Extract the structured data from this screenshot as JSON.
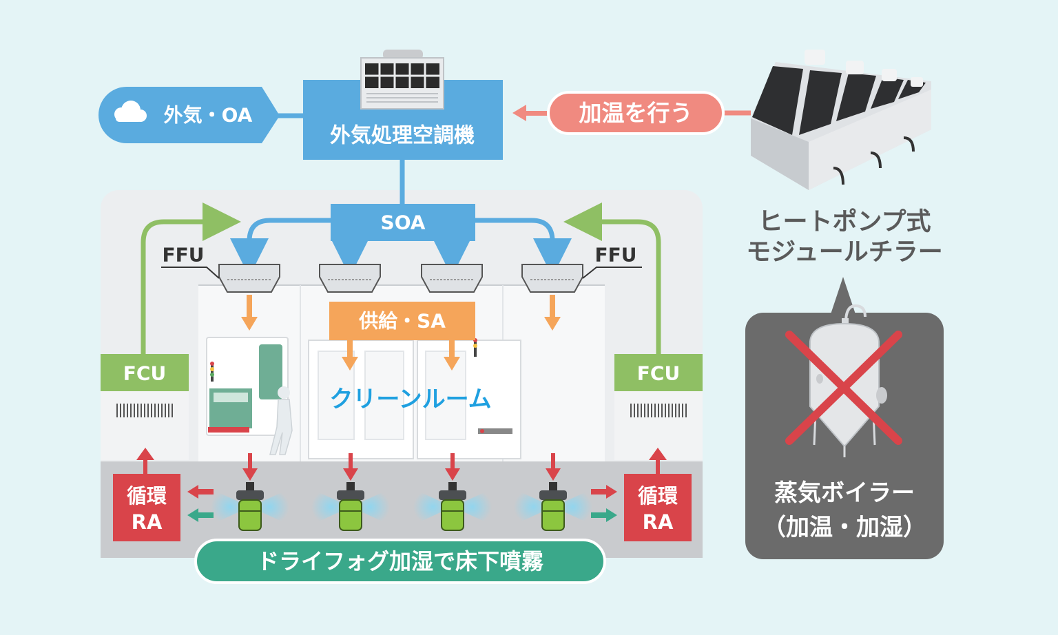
{
  "labels": {
    "outside_air": "外気・OA",
    "doas": "外気処理空調機",
    "heating": "加温を行う",
    "chiller_line1": "ヒートポンプ式",
    "chiller_line2": "モジュールチラー",
    "soa": "SOA",
    "ffu_left": "FFU",
    "ffu_right": "FFU",
    "supply": "供給・SA",
    "cleanroom": "クリーンルーム",
    "fcu_left": "FCU",
    "fcu_right": "FCU",
    "ra_left_line1": "循環",
    "ra_left_line2": "RA",
    "ra_right_line1": "循環",
    "ra_right_line2": "RA",
    "dry_fog": "ドライフォグ加湿で床下噴霧",
    "boiler_line1": "蒸気ボイラー",
    "boiler_line2": "（加温・加湿）"
  },
  "colors": {
    "background": "#e4f4f6",
    "blue": "#5aabdf",
    "orange": "#f5a55a",
    "red": "#d9444a",
    "green_fcu": "#8fbf64",
    "teal": "#3aa88a",
    "pink": "#f08a80",
    "gray_dark": "#6b6b6b"
  },
  "icons": {
    "cloud": "cloud-icon",
    "cross": "cross-mark-icon",
    "boiler": "steam-boiler-icon",
    "chiller": "chiller-icon",
    "nozzle": "dry-fog-nozzle-icon"
  }
}
